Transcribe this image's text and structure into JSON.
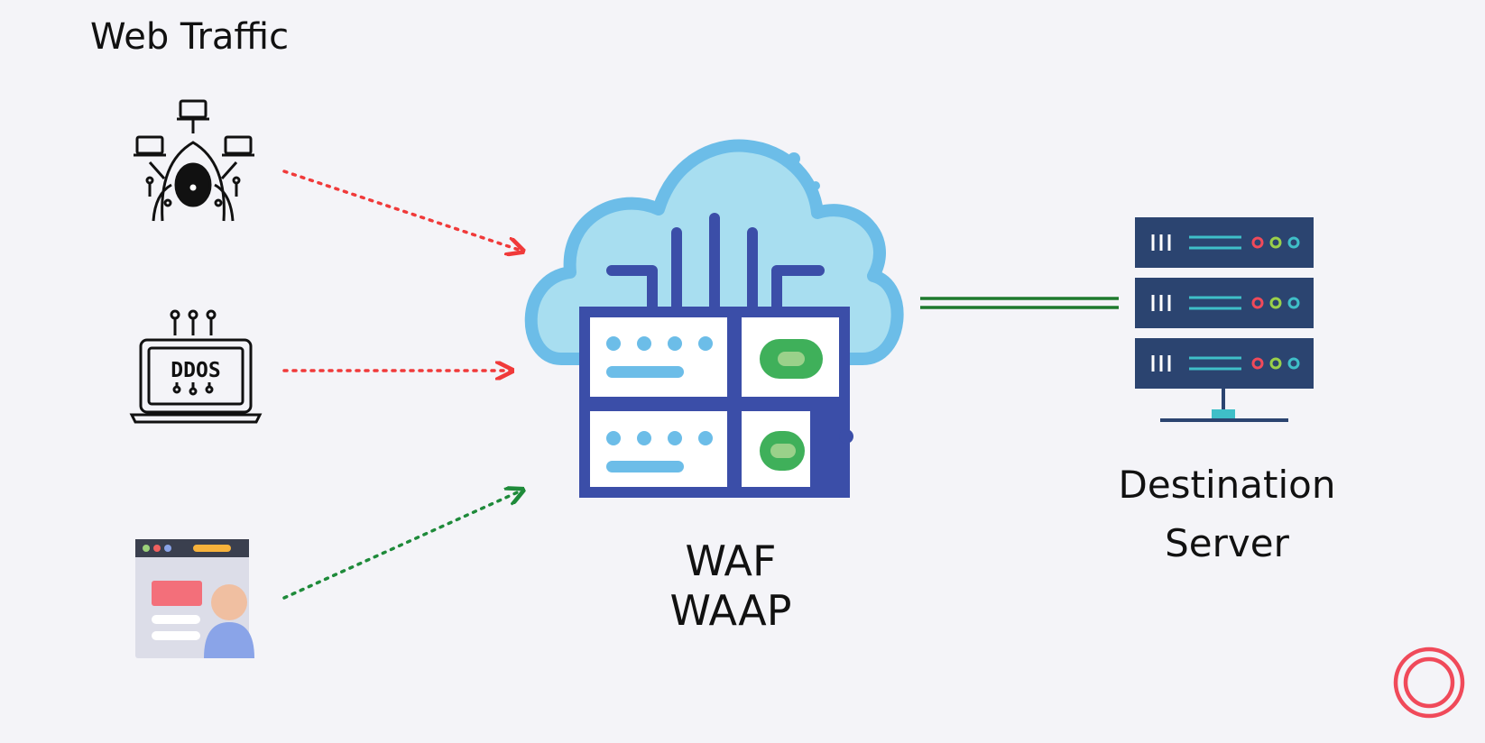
{
  "title": "Web Traffic",
  "sources": [
    {
      "icon": "hacker-icon",
      "traffic": "malicious"
    },
    {
      "icon": "ddos-laptop-icon",
      "screen_text": "DDOS",
      "traffic": "malicious"
    },
    {
      "icon": "legitimate-user-icon",
      "traffic": "legitimate"
    }
  ],
  "waf": {
    "line1": "WAF",
    "line2": "WAAP",
    "icon": "cloud-firewall-icon"
  },
  "destination": {
    "line1": "Destination",
    "line2": "Server",
    "icon": "server-rack-icon"
  },
  "colors": {
    "malicious_arrow": "#f03a3a",
    "legitimate_arrow": "#1e8a3a",
    "connection_line": "#1e7a2e",
    "cloud": "#a8def0",
    "cloud_outline": "#6cbde8",
    "firewall_blue": "#3b4ea8",
    "server_navy": "#2b4470",
    "accent_teal": "#3fbfc8",
    "logo_red": "#f04a5a"
  }
}
